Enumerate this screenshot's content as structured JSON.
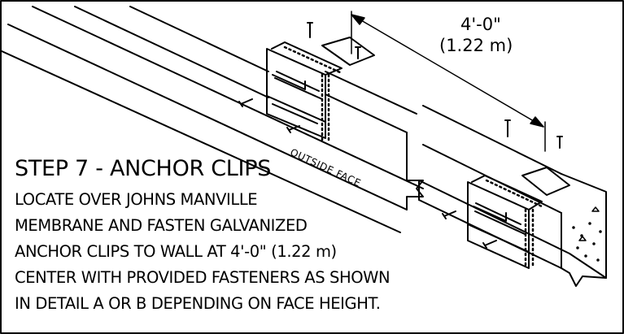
{
  "drawing": {
    "dimension_imperial": "4'-0\"",
    "dimension_metric": "(1.22 m)",
    "face_label": "OUTSIDE FACE"
  },
  "instructions": {
    "title": "STEP 7 - ANCHOR CLIPS",
    "lines": [
      "LOCATE OVER JOHNS MANVILLE",
      "MEMBRANE AND FASTEN GALVANIZED",
      "ANCHOR CLIPS TO WALL AT 4'-0\" (1.22 m)",
      "CENTER WITH PROVIDED FASTENERS AS SHOWN",
      "IN DETAIL A OR B DEPENDING ON FACE HEIGHT."
    ]
  }
}
